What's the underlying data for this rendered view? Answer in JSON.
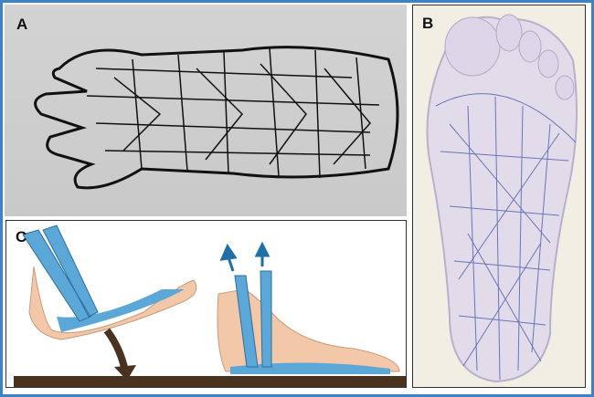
{
  "panels": {
    "a": {
      "label": "A"
    },
    "b": {
      "label": "B"
    },
    "c": {
      "label": "C"
    }
  },
  "colors": {
    "border": "#3b83c4",
    "vessel_blue": "#5aa7d8",
    "skin": "#f3c8a8",
    "ground": "#4a3221",
    "arrow": "#1f6fa8"
  }
}
